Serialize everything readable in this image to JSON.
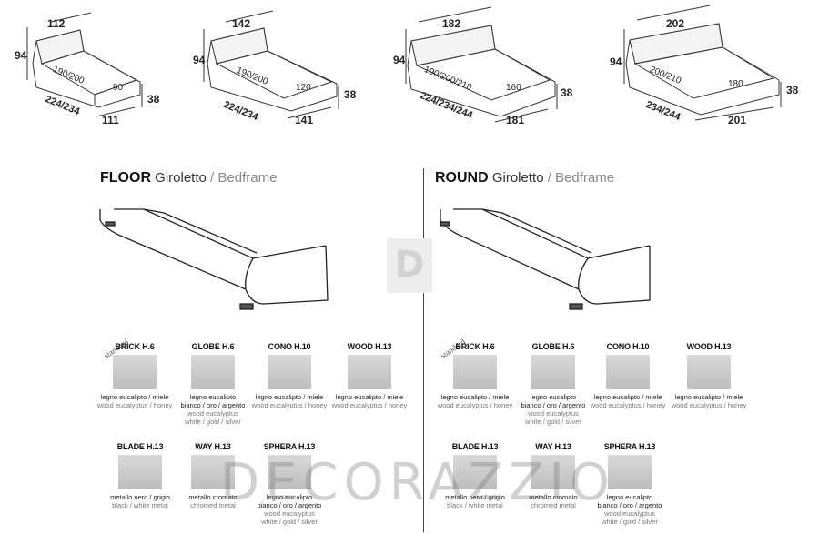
{
  "beds": [
    {
      "width": "112",
      "height": "94",
      "length": "224/234",
      "mattress_length": "190/200",
      "mattress_width": "90",
      "frame_height": "38",
      "inner_width": "111"
    },
    {
      "width": "142",
      "height": "94",
      "length": "224/234",
      "mattress_length": "190/200",
      "mattress_width": "120",
      "frame_height": "38",
      "inner_width": "141"
    },
    {
      "width": "182",
      "height": "94",
      "length": "224/234/244",
      "mattress_length": "190/200/210",
      "mattress_width": "160",
      "frame_height": "38",
      "inner_width": "181"
    },
    {
      "width": "202",
      "height": "94",
      "length": "234/244",
      "mattress_length": "200/210",
      "mattress_width": "180",
      "frame_height": "38",
      "inner_width": "201"
    }
  ],
  "floor": {
    "name": "FLOOR",
    "label_it": "Giroletto",
    "sep": " / ",
    "label_en": "Bedframe",
    "standard": "standard",
    "feet": [
      {
        "title": "BRICK H.6",
        "l1": "legno eucalipto / miele",
        "l2": "wood eucalyptus / honey"
      },
      {
        "title": "GLOBE H.6",
        "l1": "legno eucalipto",
        "l1b": "bianco / oro / argento",
        "l2": "wood eucalyptus",
        "l2b": "white / gold / silver"
      },
      {
        "title": "CONO H.10",
        "l1": "legno eucalipto / miele",
        "l2": "wood eucalyptus / honey"
      },
      {
        "title": "WOOD H.13",
        "l1": "legno eucalipto / miele",
        "l2": "wood eucalyptus / honey"
      },
      {
        "title": "BLADE H.13",
        "l1": "metallo nero / grigio",
        "l2": "black / white metal"
      },
      {
        "title": "WAY H.13",
        "l1": "metallo cromato",
        "l2": "chromed metal"
      },
      {
        "title": "SPHERA H.13",
        "l1": "legno eucalipto",
        "l1b": "bianco / oro / argento",
        "l2": "wood eucalyptus",
        "l2b": "white / gold / silver"
      }
    ]
  },
  "round": {
    "name": "ROUND",
    "label_it": "Giroletto",
    "sep": " / ",
    "label_en": "Bedframe",
    "standard": "standard",
    "feet": [
      {
        "title": "BRICK H.6",
        "l1": "legno eucalipto / miele",
        "l2": "wood eucalyptus / honey"
      },
      {
        "title": "GLOBE H.6",
        "l1": "legno eucalipto",
        "l1b": "bianco / oro / argento",
        "l2": "wood eucalyptus",
        "l2b": "white / gold / silver"
      },
      {
        "title": "CONO H.10",
        "l1": "legno eucalipto / miele",
        "l2": "wood eucalyptus / honey"
      },
      {
        "title": "WOOD H.13",
        "l1": "legno eucalipto / miele",
        "l2": "wood eucalyptus / honey"
      },
      {
        "title": "BLADE H.13",
        "l1": "metallo nero / grigio",
        "l2": "black / white metal"
      },
      {
        "title": "WAY H.13",
        "l1": "metallo cromato",
        "l2": "chromed metal"
      },
      {
        "title": "SPHERA H.13",
        "l1": "legno eucalipto",
        "l1b": "bianco / oro / argento",
        "l2": "wood eucalyptus",
        "l2b": "white / gold / silver"
      }
    ]
  },
  "logo_letter": "D",
  "watermark": "DECORAZZIO"
}
